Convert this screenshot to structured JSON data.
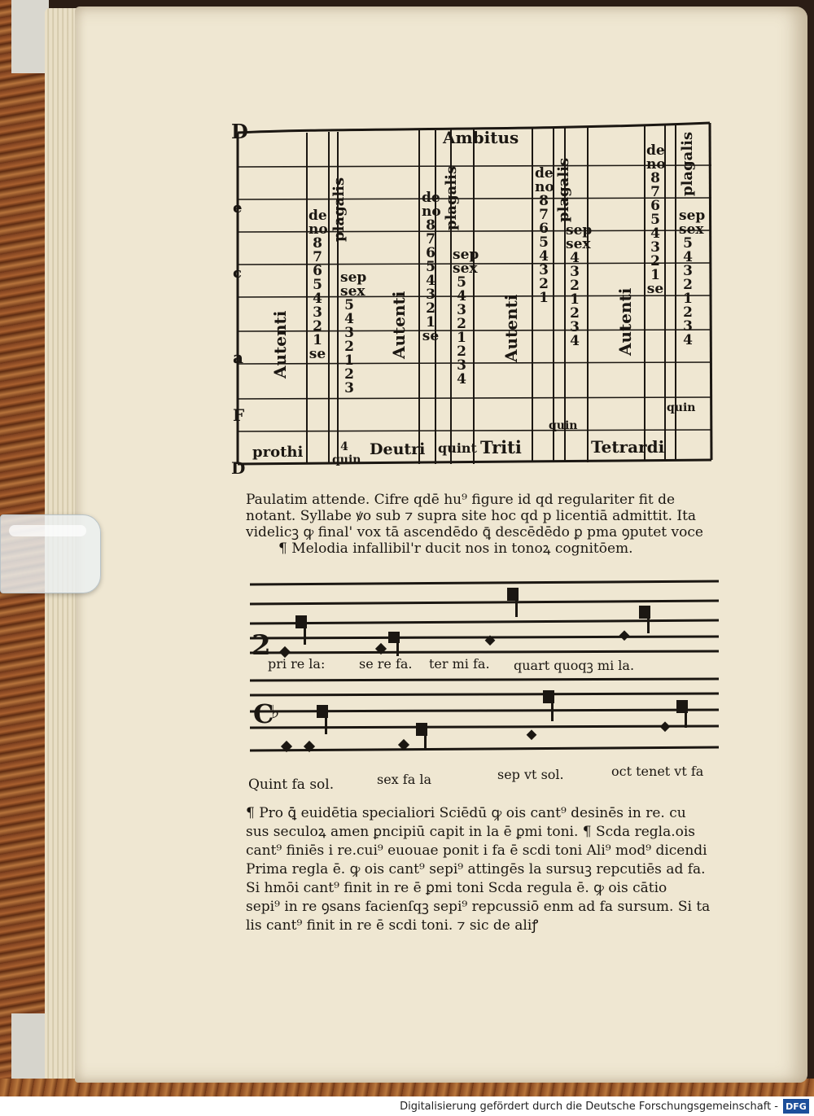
{
  "footer": {
    "credit": "Digitalisierung gefördert durch die Deutsche Forschungsgemeinschaft -",
    "logo": "DFG"
  },
  "table": {
    "header": "Ambitus",
    "corner_top": "D",
    "left_letters": [
      "e",
      "c",
      "a",
      "F",
      "D"
    ],
    "col_labels_bottom": [
      "prothi",
      "4 quin",
      "Deutri",
      "quint",
      "Triti",
      "quin",
      "Tetrardi"
    ],
    "rotated": [
      "Autenti",
      "plagalis",
      "Autenti",
      "plagalis",
      "Autenti",
      "plagalis",
      "Autenti",
      "plagalis"
    ],
    "stacks": [
      [
        "de",
        "no",
        "8",
        "7",
        "6",
        "5",
        "4",
        "3",
        "2",
        "1",
        "se"
      ],
      [
        "sep",
        "sex",
        "5",
        "4",
        "3",
        "2",
        "1",
        "2",
        "3"
      ],
      [
        "de",
        "no",
        "8",
        "7",
        "6",
        "5",
        "4",
        "3",
        "2",
        "1",
        "se"
      ],
      [
        "sep",
        "sex",
        "5",
        "4",
        "3",
        "2",
        "1",
        "2",
        "3",
        "4"
      ],
      [
        "de",
        "no",
        "8",
        "7",
        "6",
        "5",
        "4",
        "3",
        "2",
        "1"
      ],
      [
        "sep",
        "sex",
        "4",
        "3",
        "2",
        "1",
        "2",
        "3",
        "4"
      ],
      [
        "de",
        "no",
        "8",
        "7",
        "6",
        "5",
        "4",
        "3",
        "2",
        "1",
        "se"
      ],
      [
        "sep",
        "sex",
        "5",
        "4",
        "3",
        "2",
        "1",
        "2",
        "3",
        "4"
      ]
    ],
    "quin_labels": [
      "quin",
      "quin"
    ]
  },
  "paragraph1": [
    "Paulatim attende. Cifre qdē hu⁹ figure id qd regulariter fit de",
    "notant. Syllabe ꝟo sub ⁊ supra site hoc qd p licentiā admittit. Ita",
    "videlicꝫ ꝙ final' vox tā ascendēdo ꝗ̄ descēdēdo ꝑ pma ꝯputet voce",
    "¶ Melodia infallibil'r ducit nos in tonoꝝ cognitōem."
  ],
  "staff1": {
    "syllables": [
      "pri re la:",
      "se re fa.",
      "ter mi fa.",
      "quart quoqꝫ mi la."
    ]
  },
  "staff2": {
    "syllables": [
      "Quint fa sol.",
      "sex fa la",
      "sep vt sol.",
      "oct tenet vt fa"
    ]
  },
  "paragraph2": [
    "¶ Pro ꝗ̄ euidētia specialiori Sciēdū ꝙ ois cant⁹ desinēs in re. cu",
    "sus seculoꝝ amen ꝑncipiū capit in la ē ꝑmi toni. ¶ Scda regla.ois",
    "cant⁹ finiēs i re.cui⁹ euouae ponit i fa ē scdi toni Ali⁹ mod⁹ dicendi",
    "Prima regla ē. ꝙ ois cant⁹ sepi⁹ attingēs la sursuꝫ repcutiēs ad fa.",
    "Si hmōi cant⁹ finit in re ē ꝑmi toni    Scda regula ē. ꝙ ois cātio",
    "sepi⁹ in re ꝯsans facienſqꝫ sepi⁹ repcussiō enm ad fa sursum. Si ta",
    "lis cant⁹ finit in re ē scdi toni. ⁊ sic de aliꝭ"
  ]
}
